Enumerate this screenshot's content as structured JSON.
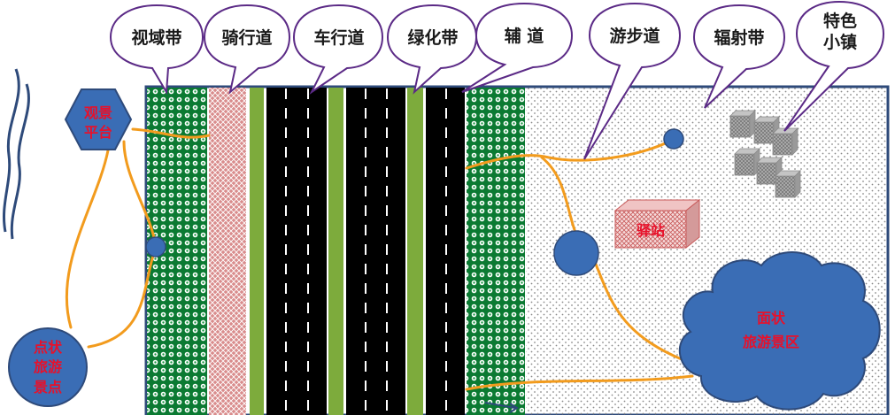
{
  "labels": {
    "sight_belt": "视域带",
    "bike_lane": "骑行道",
    "carriageway": "车行道",
    "green_belt": "绿化带",
    "service_road": "辅 道",
    "footpath": "游步道",
    "radiation_belt": "辐射带",
    "town_line1": "特色",
    "town_line2": "小镇"
  },
  "nodes": {
    "viewing_platform": [
      "观景",
      "平台"
    ],
    "point_spot": [
      "点状",
      "旅游",
      "景点"
    ],
    "station": "驿站",
    "area_zone": [
      "面状",
      "旅游景区"
    ]
  },
  "colors": {
    "outline": "#2e4a7a",
    "callout_stroke": "#5b2a86",
    "node_blue": "#3a6db5",
    "node_text": "#e8102a",
    "green_band": "#0b7a32",
    "green_strip": "#7dab3c",
    "bike_lane": "#d98c8c",
    "road": "#000000",
    "path_orange": "#f29b1d",
    "town_blocks": "#9a9a9a"
  }
}
